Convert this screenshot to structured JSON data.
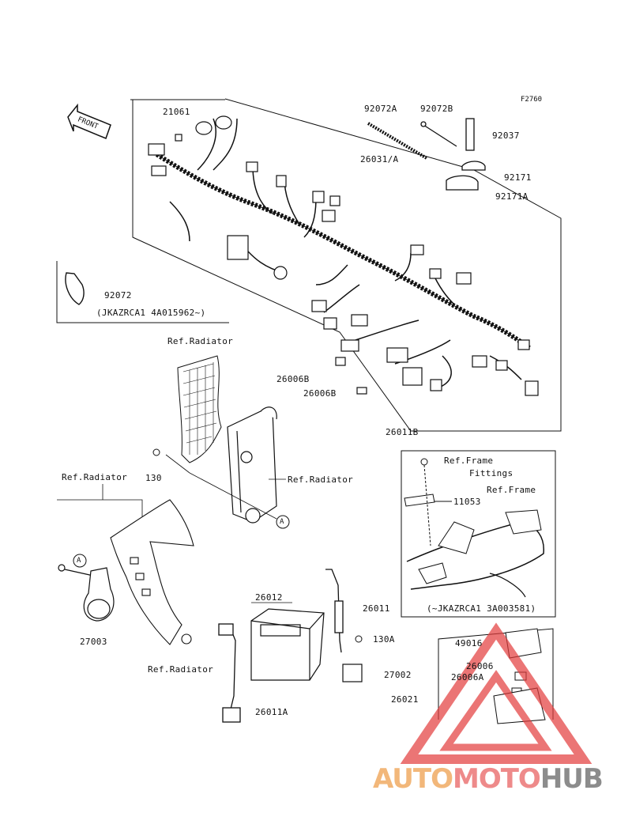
{
  "figure_code": "F2760",
  "front_label": "FRONT",
  "watermark": {
    "part1": "AUTO",
    "part2": "MOTO",
    "part3": "HUB",
    "colors": {
      "auto": "#f2b77a",
      "moto": "#ee8a8a",
      "hub": "#8c8c8c",
      "triangle": "#e23b3b"
    }
  },
  "labels": {
    "p21061": "21061",
    "p92072A": "92072A",
    "p92072B": "92072B",
    "p92037": "92037",
    "p26031A": "26031/A",
    "p92171": "92171",
    "p92171A": "92171A",
    "p92072": "92072",
    "serial1": "(JKAZRCA1 4A015962~)",
    "refRadiatorTop": "Ref.Radiator",
    "p26006B_1": "26006B",
    "p26006B_2": "26006B",
    "p26011B": "26011B",
    "p130": "130",
    "refRadiatorLeft": "Ref.Radiator",
    "refRadiatorMid": "Ref.Radiator",
    "calloutA1": "A",
    "calloutA2": "A",
    "refFrameFittings1": "Ref.Frame",
    "refFrameFittings2": "Fittings",
    "p11053": "11053",
    "refFrame": "Ref.Frame",
    "serial2": "(~JKAZRCA1 3A003581)",
    "p27003": "27003",
    "refRadiatorBottom": "Ref.Radiator",
    "p26012": "26012",
    "p26011": "26011",
    "p130A": "130A",
    "p27002": "27002",
    "p26011A": "26011A",
    "p49016": "49016",
    "p26006": "26006",
    "p26006A": "26006A",
    "p26021": "26021"
  }
}
